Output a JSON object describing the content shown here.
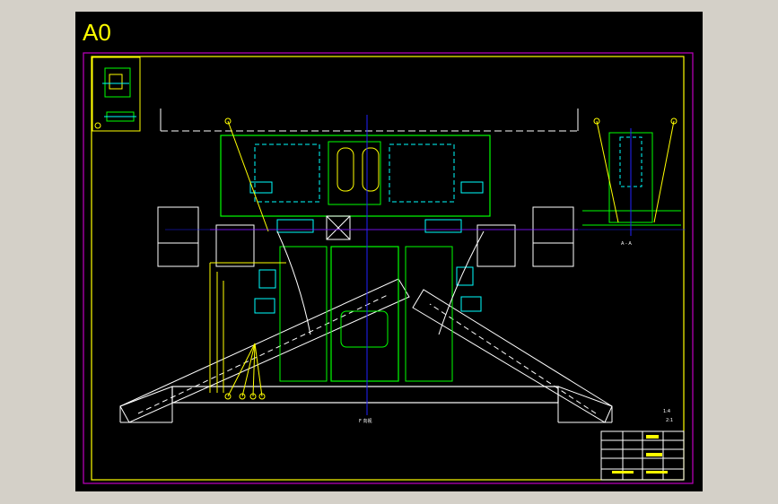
{
  "sheet": {
    "size_label": "A0",
    "background": "#000000",
    "colors": {
      "frame": "#c000c0",
      "border": "#ffff00",
      "line": "#ffffff",
      "part": "#00ff00",
      "center": "#2222ff",
      "hidden": "#00ffff"
    }
  },
  "labels": {
    "view_label": "F 向视",
    "side_view_label": "A - A",
    "scale_label": "1:4",
    "scale_label_2": "2:1"
  }
}
